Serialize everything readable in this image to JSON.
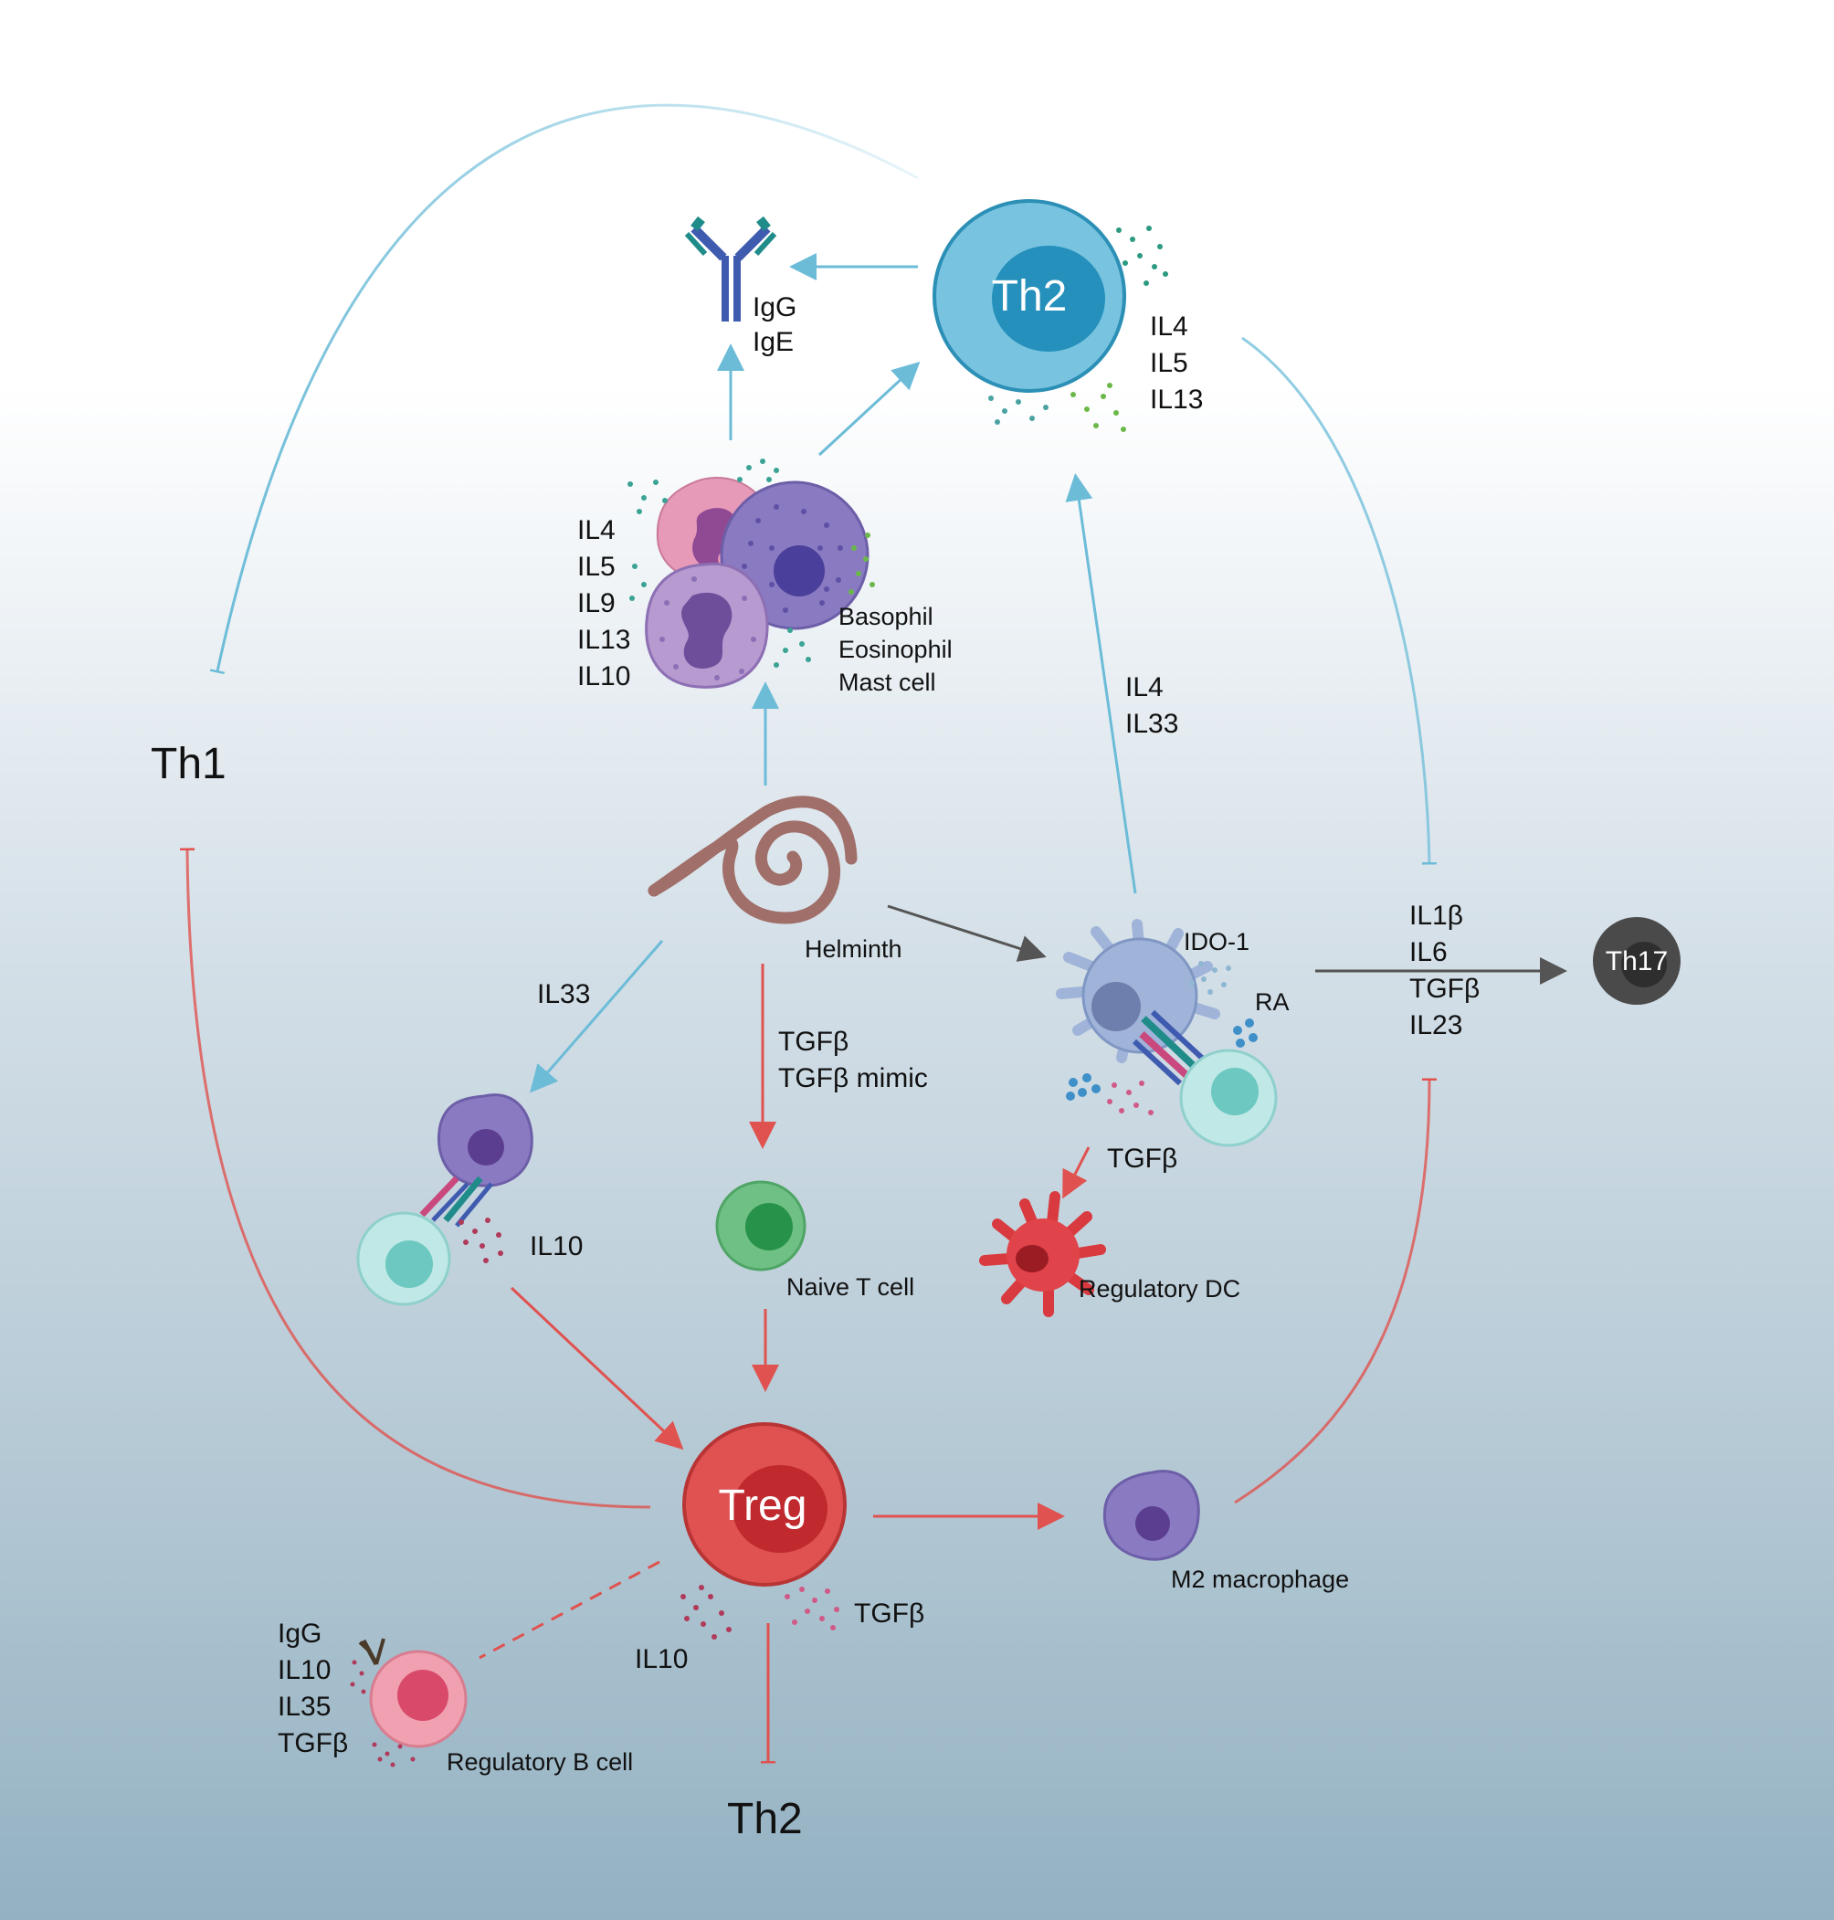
{
  "nodes": {
    "th2_top": "Th2",
    "th1": "Th1",
    "treg": "Treg",
    "th17": "Th17",
    "th2_bottom": "Th2",
    "helminth": "Helminth",
    "granulocytes": [
      "Basophil",
      "Eosinophil",
      "Mast cell"
    ],
    "naive_t": "Naive T cell",
    "regulatory_dc": "Regulatory DC",
    "m2": "M2 macrophage",
    "regulatory_b": "Regulatory B cell"
  },
  "labels": {
    "antibodies": [
      "IgG",
      "IgE"
    ],
    "th2_cytokines": [
      "IL4",
      "IL5",
      "IL13"
    ],
    "gran_cytokines": [
      "IL4",
      "IL5",
      "IL9",
      "IL13",
      "IL10"
    ],
    "dc_to_th2": [
      "IL4",
      "IL33"
    ],
    "il33": "IL33",
    "tgfb_mimic": [
      "TGFβ",
      "TGFβ mimic"
    ],
    "ido1": "IDO-1",
    "ra": "RA",
    "th17_cytokines": [
      "IL1β",
      "IL6",
      "TGFβ",
      "IL23"
    ],
    "dc_tgfb": "TGFβ",
    "il10_left": "IL10",
    "treg_il10": "IL10",
    "treg_tgfb": "TGFβ",
    "breg_cytokines": [
      "IgG",
      "IL10",
      "IL35",
      "TGFβ"
    ]
  },
  "colors": {
    "blue_arrow": "#6cbcd8",
    "red_arrow": "#e0524f",
    "gray_arrow": "#555555",
    "th2_cell": "#78c3e0",
    "treg_cell": "#e05252",
    "th17_cell": "#4a4a4a"
  }
}
